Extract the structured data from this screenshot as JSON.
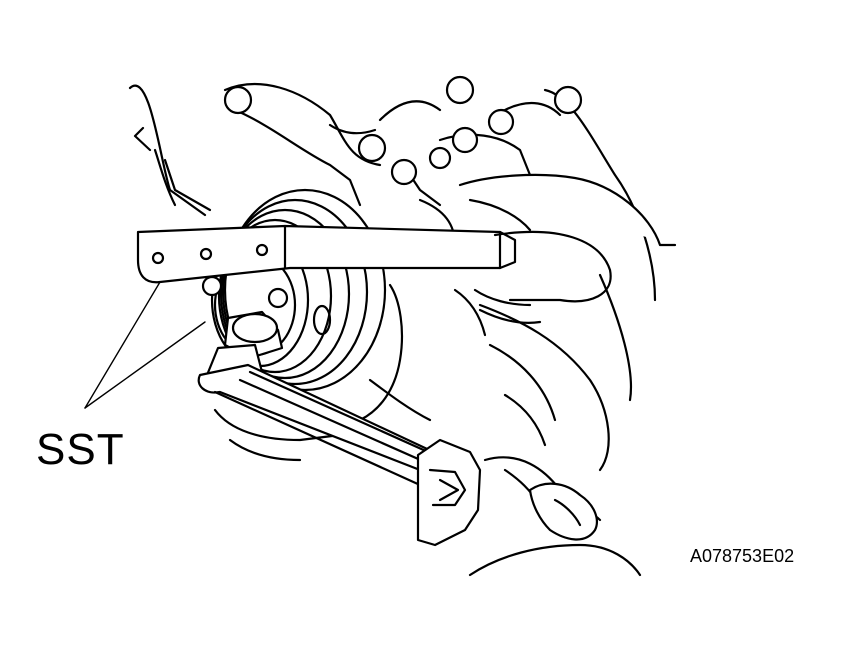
{
  "callout": {
    "label": "SST"
  },
  "figure": {
    "code": "A078753E02"
  },
  "icons": [
    "engine-illustration",
    "pulley-illustration",
    "holding-tool-illustration",
    "wrench-illustration",
    "hand-illustration"
  ]
}
